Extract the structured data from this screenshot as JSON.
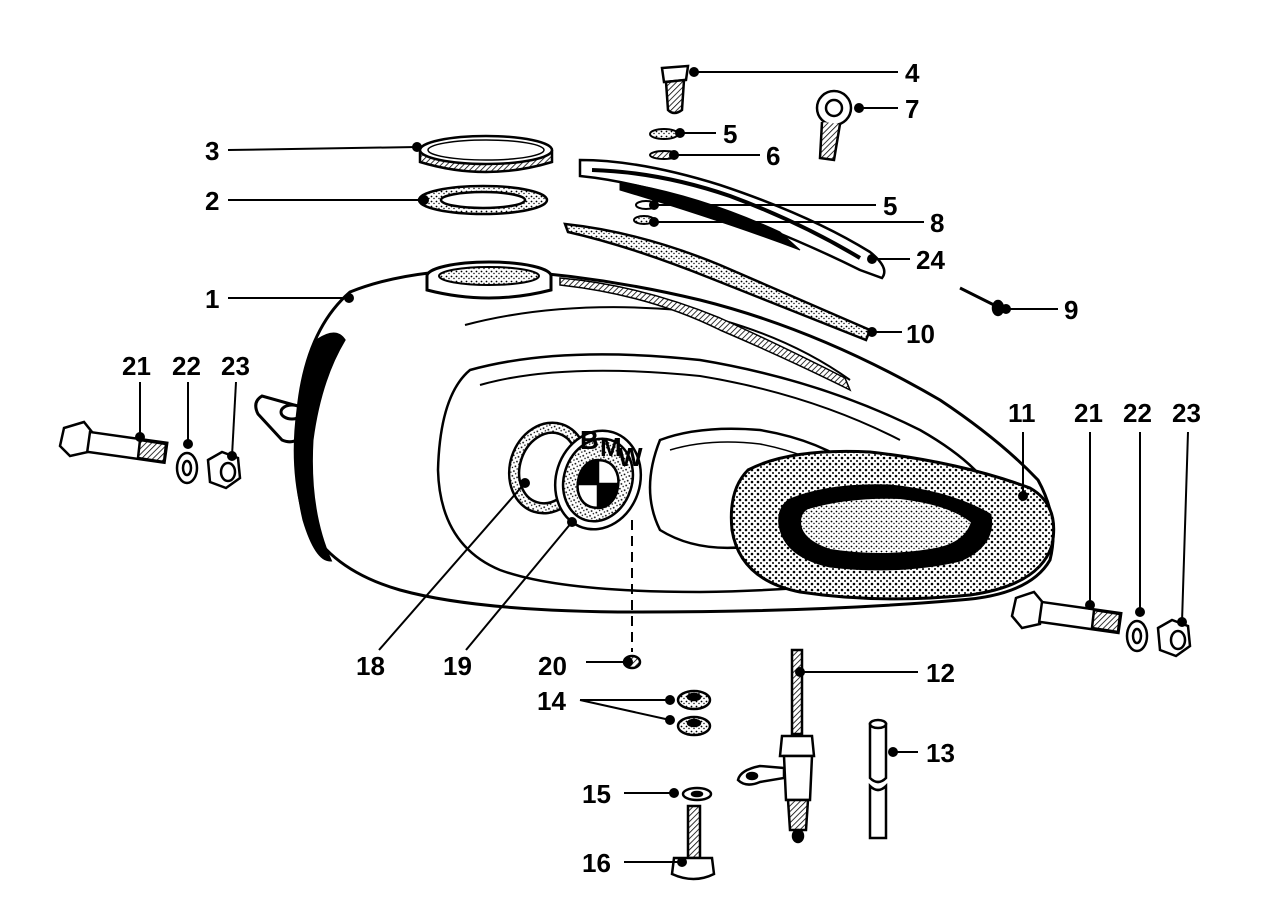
{
  "diagram": {
    "type": "exploded-parts-diagram",
    "ink_color": "#000000",
    "background": "#ffffff",
    "callouts": [
      {
        "id": "c1",
        "label": "1"
      },
      {
        "id": "c2",
        "label": "2"
      },
      {
        "id": "c3",
        "label": "3"
      },
      {
        "id": "c4",
        "label": "4"
      },
      {
        "id": "c5a",
        "label": "5"
      },
      {
        "id": "c5b",
        "label": "5"
      },
      {
        "id": "c6",
        "label": "6"
      },
      {
        "id": "c7",
        "label": "7"
      },
      {
        "id": "c8",
        "label": "8"
      },
      {
        "id": "c9",
        "label": "9"
      },
      {
        "id": "c10",
        "label": "10"
      },
      {
        "id": "c11",
        "label": "11"
      },
      {
        "id": "c12",
        "label": "12"
      },
      {
        "id": "c13",
        "label": "13"
      },
      {
        "id": "c14",
        "label": "14"
      },
      {
        "id": "c15",
        "label": "15"
      },
      {
        "id": "c16",
        "label": "16"
      },
      {
        "id": "c18",
        "label": "18"
      },
      {
        "id": "c19",
        "label": "19"
      },
      {
        "id": "c20",
        "label": "20"
      },
      {
        "id": "c21a",
        "label": "21"
      },
      {
        "id": "c22a",
        "label": "22"
      },
      {
        "id": "c23a",
        "label": "23"
      },
      {
        "id": "c21b",
        "label": "21"
      },
      {
        "id": "c22b",
        "label": "22"
      },
      {
        "id": "c23b",
        "label": "23"
      },
      {
        "id": "c24",
        "label": "24"
      }
    ],
    "emblem_letters": [
      "B",
      "M",
      "W"
    ]
  }
}
